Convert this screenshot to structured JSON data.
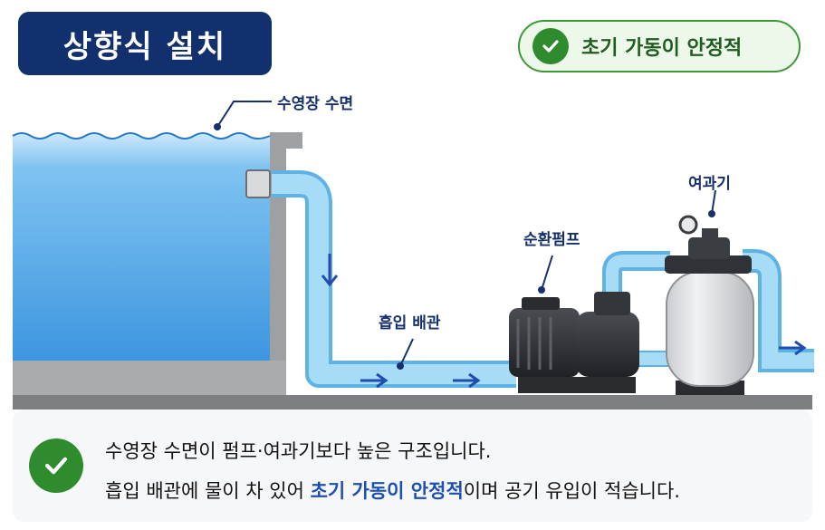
{
  "title": "상향식 설치",
  "badge": {
    "text": "초기 가동이 안정적",
    "icon": "check-circle-icon"
  },
  "labels": {
    "pool_surface": "수영장 수면",
    "intake_pipe": "흡입 배관",
    "pump": "순환펌프",
    "filter": "여과기"
  },
  "note": {
    "icon": "check-circle-icon",
    "line1": "수영장 수면이 펌프·여과기보다 높은 구조입니다.",
    "line2_pre": "흡입 배관에 물이 차 있어 ",
    "line2_highlight": "초기 가동이 안정적",
    "line2_post": "이며 공기 유입이 적습니다."
  },
  "colors": {
    "title_bg": "#12306e",
    "water": "#4aa6e8",
    "pipe": "#8fd0f3",
    "arrow": "#1f4db0",
    "badge_green": "#2e8b2e",
    "highlight": "#1d4fb0"
  }
}
